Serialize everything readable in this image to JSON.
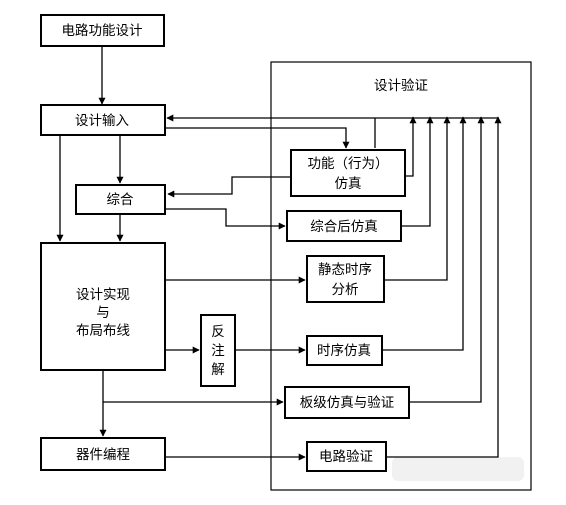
{
  "boxes": {
    "circuit_design": "电路功能设计",
    "design_input": "设计输入",
    "synthesis": "综合",
    "implementation": [
      "设计实现",
      "与",
      "布局布线"
    ],
    "back_annotation": [
      "反",
      "注",
      "解"
    ],
    "device_programming": "器件编程",
    "functional_sim": [
      "功能（行为）",
      "仿真"
    ],
    "post_synth_sim": "综合后仿真",
    "static_timing": [
      "静态时序",
      "分析"
    ],
    "timing_sim": "时序仿真",
    "board_sim": "板级仿真与验证",
    "circuit_verify": "电路验证"
  },
  "panel": {
    "title": "设计验证"
  }
}
